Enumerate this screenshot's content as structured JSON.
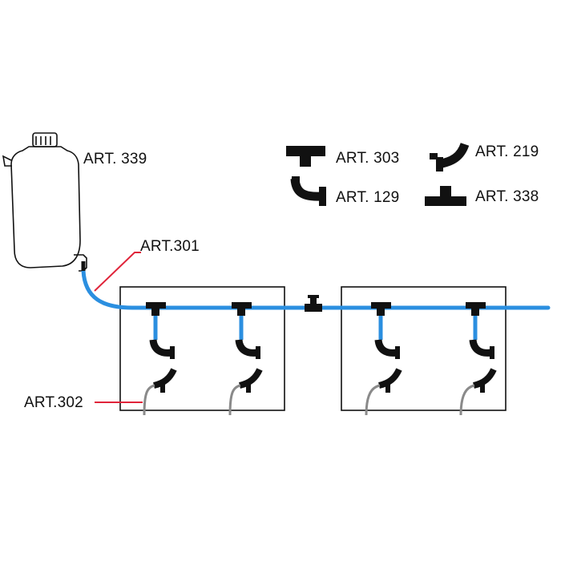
{
  "colors": {
    "tube": "#2b8fe0",
    "drain_hose": "#8a8a8a",
    "leader": "#e0243a",
    "fitting": "#111111",
    "outline": "#111111"
  },
  "diagram": {
    "bottle_label": "ART. 339",
    "tube_leader_label": "ART.301",
    "drain_leader_label": "ART.302",
    "legend": {
      "tee_label": "ART. 303",
      "elbow_label": "ART. 129",
      "angled_nozzle_label": "ART. 219",
      "valve_label": "ART. 338"
    }
  }
}
